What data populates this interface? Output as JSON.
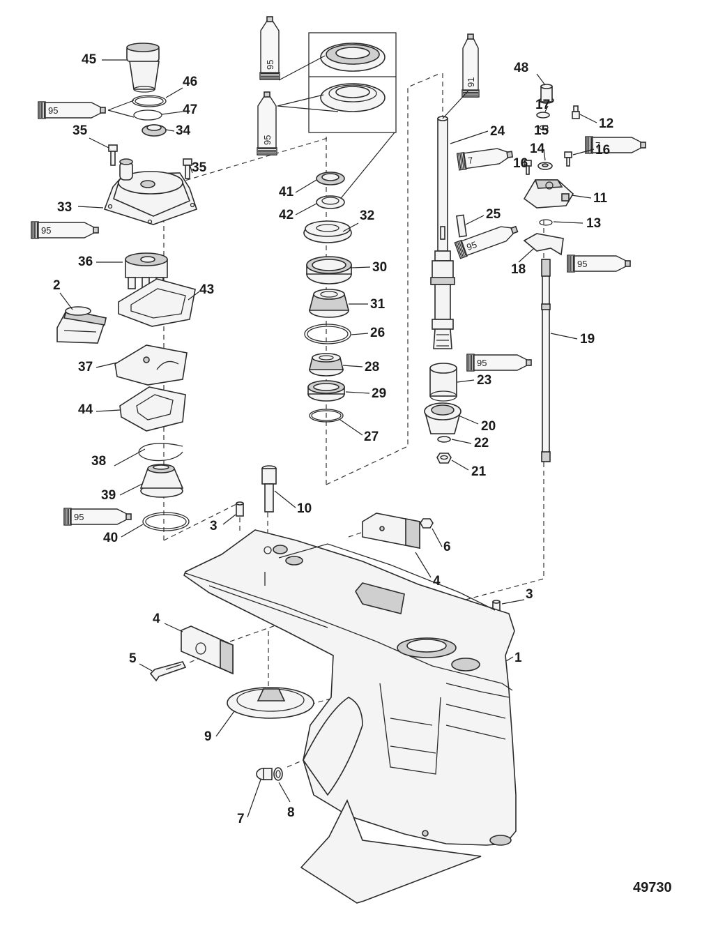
{
  "diagram": {
    "figure_number": "49730",
    "callouts": [
      "1",
      "2",
      "3",
      "3",
      "4",
      "4",
      "5",
      "6",
      "7",
      "8",
      "9",
      "10",
      "11",
      "12",
      "13",
      "14",
      "15",
      "16",
      "16",
      "17",
      "18",
      "19",
      "20",
      "21",
      "22",
      "23",
      "24",
      "25",
      "26",
      "27",
      "28",
      "29",
      "30",
      "31",
      "32",
      "33",
      "34",
      "35",
      "35",
      "36",
      "37",
      "38",
      "39",
      "40",
      "41",
      "42",
      "43",
      "44",
      "45",
      "46",
      "47",
      "48"
    ],
    "sealant_tubes": [
      "95",
      "95",
      "95",
      "91",
      "7",
      "7",
      "95",
      "95",
      "95",
      "95"
    ]
  }
}
